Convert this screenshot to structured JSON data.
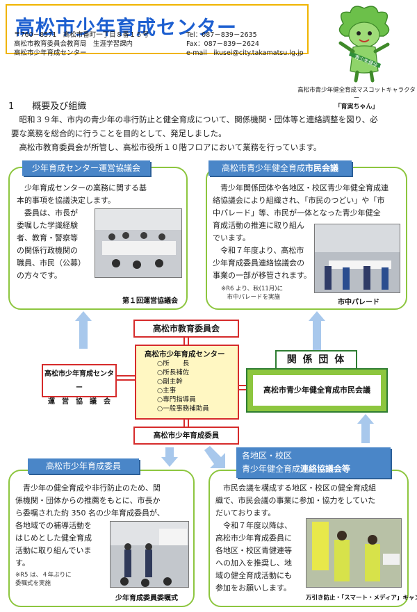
{
  "header": {
    "title": "高松市少年育成センター",
    "address_lines": [
      "〒760－8571　高松市番町一丁目８番１５号",
      "高松市教育委員会教育局　生涯学習課内",
      "高松市少年育成センター"
    ],
    "contact_lines": [
      "Tel：087－839－2635",
      "Fax：087－839－2624",
      "e-mail　ikusei@city.takamatsu.lg.jp"
    ]
  },
  "mascot": {
    "sash_text": "青少年健全",
    "caption_line1": "高松市青少年健全育成マスコットキャラクター",
    "caption_line2": "「育実ちゃん」"
  },
  "intro": {
    "heading": "1　　概要及び組織",
    "para1_line1": "　昭和３９年、市内の青少年の非行防止と健全育成について、関係機関・団体等と連絡調整を図り、必",
    "para1_line2": "要な業務を総合的に行うことを目的として、発足しました。",
    "para2": "　高松市教育委員会が所管し、高松市役所１０階フロアにおいて業務を行っています。"
  },
  "box_tl": {
    "tab": "少年育成センター運営協議会",
    "lines": [
      "　少年育成センターの業務に関する基",
      "本的事項を協議決定します。",
      "　委員は、市長が",
      "委嘱した学識経験",
      "者、教育・警察等",
      "の関係行政機関の",
      "職員、市民（公募）",
      "の方々です。"
    ],
    "photo_caption": "第１回運営協議会"
  },
  "box_tr": {
    "tab_part1": "高松市青少年健全育成",
    "tab_part2": "市民会議",
    "lines": [
      "　青少年関係団体や各地区・校区青少年健全育成連",
      "絡協議会により組織され、「市民のつどい」や「市",
      "中パレード」等、市民が一体となった青少年健全",
      "育成活動の推進に取り組ん",
      "でいます。",
      "　令和７年度より、高松市",
      "少年育成委員連絡協議会の",
      "事業の一部が移管されます。"
    ],
    "note_line1": "※R6 より、秋(11月)に",
    "note_line2": "　市中パレードを実施",
    "photo_caption": "市中パレード"
  },
  "org": {
    "board": "高松市教育委員会",
    "center_title": "高松市少年育成センター",
    "staff": [
      "○所　　長",
      "○所長補佐",
      "○副主幹",
      "○主事",
      "○専門指導員",
      "○一般事務補助員"
    ],
    "council_line1": "高松市少年育成センター",
    "council_line2": "運　営　協　議　会",
    "orgs_label": "関 係 団 体",
    "citizens": "高松市青少年健全育成市民会議",
    "committee": "高松市少年育成委員"
  },
  "box_bl": {
    "tab": "高松市少年育成委員",
    "lines": [
      "　青少年の健全育成や非行防止のため、関",
      "係機関・団体からの推薦をもとに、市長か",
      "ら委嘱された約 350 名の少年育成委員が、",
      "各地域での補導活動を",
      "はじめとした健全育成",
      "活動に取り組んでいま",
      "す。"
    ],
    "note_line1": "※R5 は、４年ぶりに",
    "note_line2": "委嘱式を実施",
    "photo_caption": "少年育成委員委嘱式"
  },
  "box_br": {
    "tab_line1": "各地区・校区",
    "tab_line2_part1": "青少年健全育成",
    "tab_line2_part2": "連絡協議会等",
    "lines": [
      "　市民会議を構成する地区・校区の健全育成組",
      "織で、市民会議の事業に参加・協力をしていた",
      "だいております。",
      "　令和７年度以降は、",
      "高松市少年育成委員に",
      "各地区・校区青健連等",
      "への加入を推奨し、地",
      "域の健全育成活動にも",
      "参加をお願いします。"
    ],
    "photo_caption": "万引き防止・「スマート・メディア」キャンペーン"
  },
  "colors": {
    "title_blue": "#1d5fd0",
    "frame_yellow": "#f0b400",
    "box_green": "#8dc63f",
    "tab_blue": "#4a86c8",
    "line_red": "#d62b2b",
    "arrow_blue": "#a8c8ec"
  }
}
